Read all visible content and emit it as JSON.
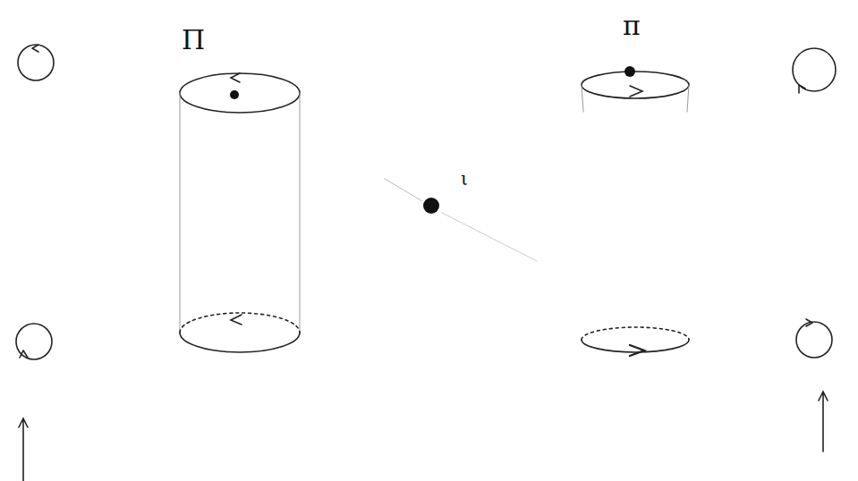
{
  "diagram": {
    "labels": [
      "Π",
      "π",
      "ι"
    ]
  }
}
